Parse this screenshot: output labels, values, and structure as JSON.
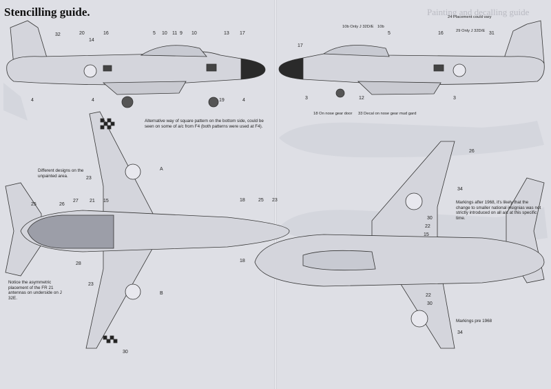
{
  "header": {
    "title": "Stencilling guide.",
    "ghost_title": "Painting and decalling guide"
  },
  "side_left_numbers": [
    "32",
    "20",
    "14",
    "16",
    "5",
    "10",
    "11",
    "9",
    "10",
    "13",
    "17",
    "4",
    "4",
    "19",
    "4"
  ],
  "side_right": {
    "top_left": "10b Only J 32D/E",
    "top_right": "10b",
    "n5": "5",
    "n16": "16",
    "n24_label": "24 Placement could vary",
    "n29_label": "29 Only J 32D/E",
    "n31": "31",
    "n17": "17",
    "n3a": "3",
    "n3b": "3",
    "n12": "12",
    "note18": "18 On nose gear door",
    "note33": "33 Decal on nose gear mud gard"
  },
  "notes": {
    "square_pattern": "Alternative way of square pattern on the bottom side, could be seen on some of a/c from F4 (both patterns were used at F4).",
    "different_designs": "Different designs on the unpainted area.",
    "asymmetric": "Notice the asymmetric placement of the FR 21 antennas on underside on J 32E.",
    "markings_after": "Markings after 1968, it's likely that the change to smaller national insignias was not strictly introduced on all a/c at this specific time.",
    "markings_pre": "Markings pre 1968"
  },
  "plan_labels": {
    "a_top": "A",
    "b_bottom": "B",
    "n23a": "23",
    "n25": "25",
    "n26": "26",
    "n27": "27",
    "n21": "21",
    "n15": "15",
    "n28": "28",
    "n18a": "18",
    "n18b": "18",
    "n25b": "25",
    "n23b": "23",
    "n23c": "23",
    "n30": "30",
    "r_n26": "26",
    "r_n34a": "34",
    "r_n30a": "30",
    "r_n22a": "22",
    "r_n15": "15",
    "r_n22b": "22",
    "r_n30b": "30",
    "r_n34b": "34"
  }
}
